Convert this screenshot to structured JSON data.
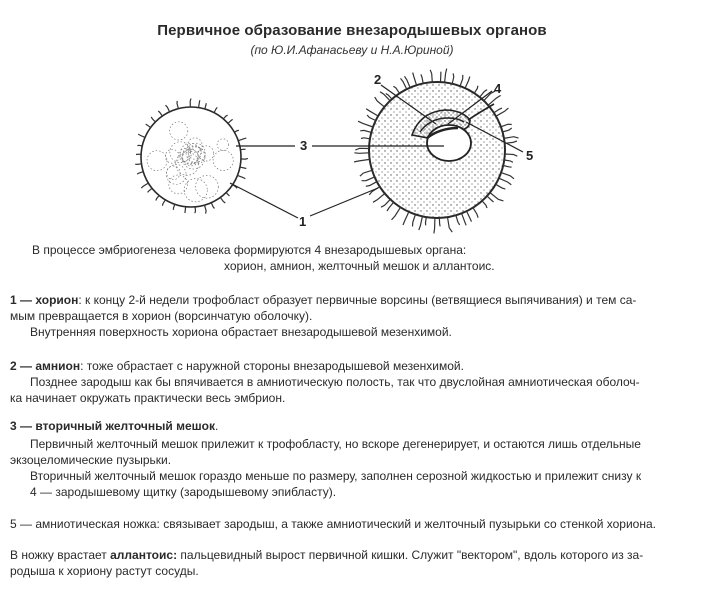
{
  "title": "Первичное образование внезародышевых органов",
  "subtitle": "(по Ю.И.Афанасьеву и Н.А.Юриной)",
  "labels": {
    "l1": "1",
    "l2": "2",
    "l3": "3",
    "l4": "4",
    "l5": "5"
  },
  "intro": {
    "line1": "В процессе эмбриогенеза человека формируются 4 внезародышевых органа:",
    "line2": "хорион, амнион, желточный мешок и аллантоис."
  },
  "p1": {
    "num": "1 —",
    "term": "хорион",
    "line1_rest": ": к концу 2-й недели трофобласт образует первичные ворсины (ветвящиеся выпячивания) и тем са-",
    "line2": "мым превращается в хорион (ворсинчатую оболочку).",
    "line3": "Внутренняя поверхность хориона обрастает внезародышевой мезенхимой."
  },
  "p2": {
    "num": "2 —",
    "term": "амнион",
    "line1_rest": ": тоже обрастает с наружной стороны внезародышевой мезенхимой.",
    "line2": "Позднее зародыш как бы впячивается в амниотическую полость, так что двуслойная амниотическая оболоч-",
    "line3": "ка начинает окружать практически весь эмбрион."
  },
  "p3": {
    "num": "3 —",
    "term": "вторичный желточный мешок",
    "term_end": ".",
    "line2": "Первичный желточный мешок прилежит к трофобласту, но вскоре дегенерирует, и остаются лишь отдельные",
    "line3": "экзоцеломические пузырьки.",
    "line4": "Вторичный желточный мешок гораздо меньше по размеру, заполнен серозной жидкостью и прилежит снизу к",
    "line5": "4 — зародышевому щитку (зародышевому эпибласту)."
  },
  "p5": {
    "line1": "5 — амниотическая ножка: связывает зародыш, а также амниотический и желточный пузырьки со стенкой хориона."
  },
  "p6": {
    "pre": "В ножку врастает ",
    "term": "аллантоис:",
    "line1_rest": " пальцевидный вырост первичной кишки. Служит \"вектором\", вдоль которого из за-",
    "line2": "родыша к хориону растут сосуды."
  }
}
